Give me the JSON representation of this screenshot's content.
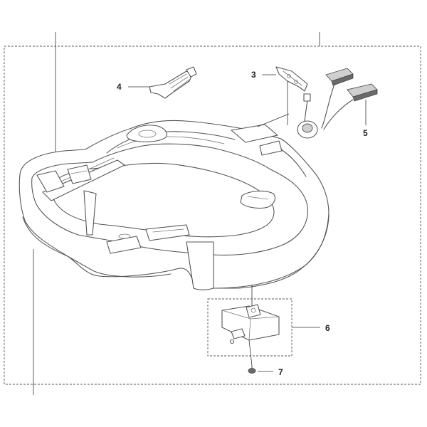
{
  "callouts": {
    "c3": "3",
    "c4": "4",
    "c5": "5",
    "c6": "6",
    "c7": "7"
  }
}
